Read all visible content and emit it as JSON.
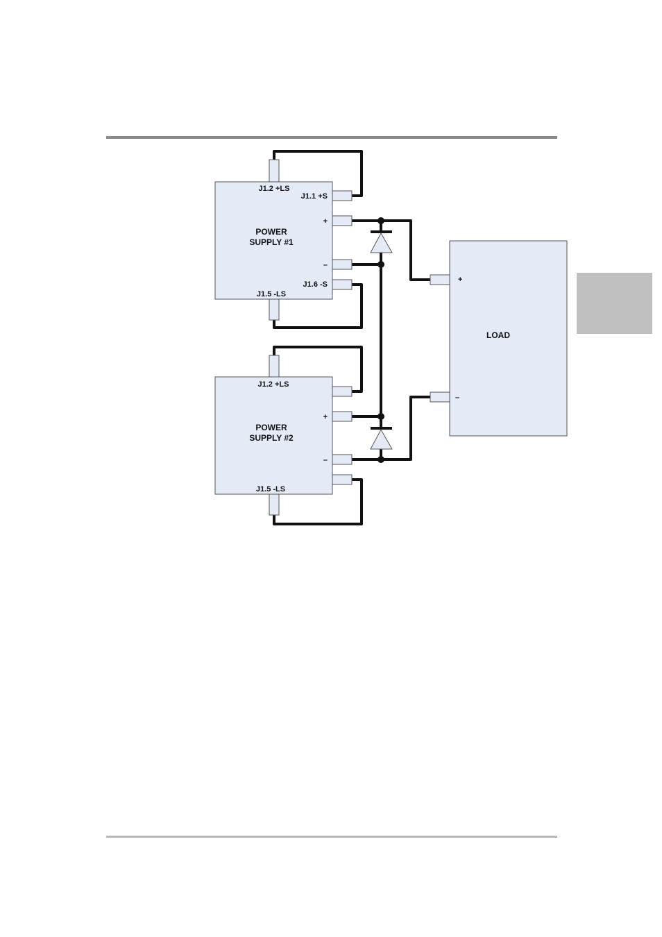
{
  "supply1": {
    "title_line1": "POWER",
    "title_line2": "SUPPLY #1",
    "top_label": "J1.2 +LS",
    "sense_plus_label": "J1.1 +S",
    "plus_label": "+",
    "minus_label": "–",
    "sense_minus_label": "J1.6 -S",
    "bottom_label": "J1.5 -LS"
  },
  "supply2": {
    "title_line1": "POWER",
    "title_line2": "SUPPLY #2",
    "top_label": "J1.2 +LS",
    "plus_label": "+",
    "minus_label": "–",
    "bottom_label": "J1.5 -LS"
  },
  "load": {
    "title": "LOAD",
    "plus_label": "+",
    "minus_label": "–"
  },
  "colors": {
    "box_fill": "#e4ebf6",
    "wire": "#111111",
    "side_tab": "#c0c0c0"
  }
}
